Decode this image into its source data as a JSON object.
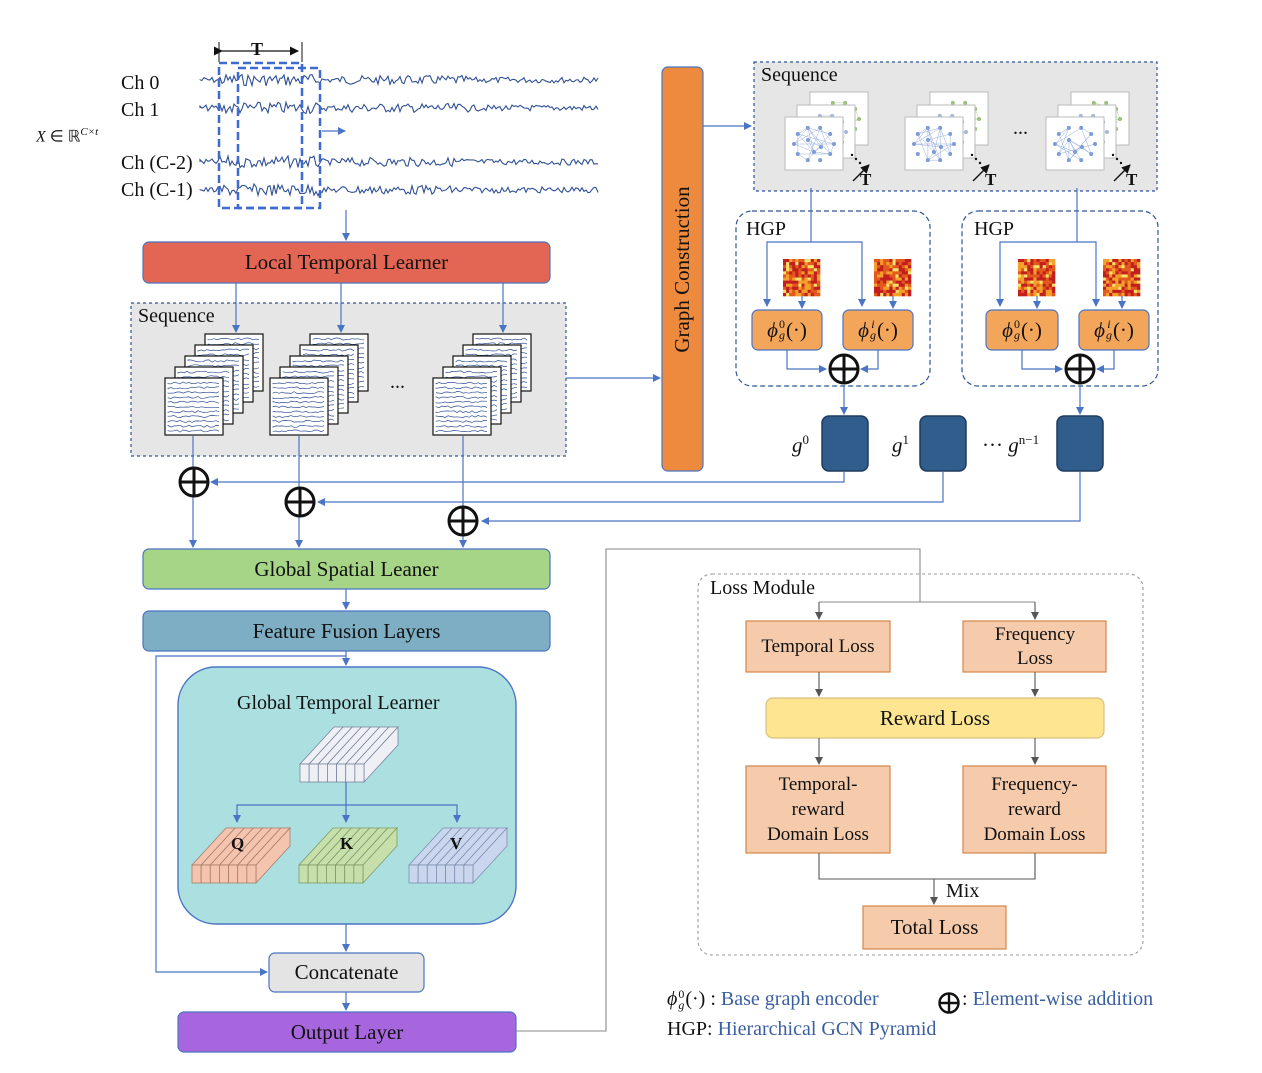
{
  "input": {
    "channels": [
      "Ch 0",
      "Ch 1",
      "Ch (C-2)",
      "Ch (C-1)"
    ],
    "window_label": "T",
    "x_symbol": "X",
    "x_set": "∈ ℝ",
    "x_dims": "C×t"
  },
  "left": {
    "local_temporal_learner": "Local Temporal Learner",
    "sequence_label": "Sequence",
    "ellipsis": "...",
    "global_spatial": "Global Spatial Leaner",
    "feature_fusion": "Feature Fusion Layers",
    "global_temporal_title": "Global Temporal Learner",
    "qkv": [
      "Q",
      "K",
      "V"
    ],
    "concatenate": "Concatenate",
    "output_layer": "Output Layer"
  },
  "graph_construction": "Graph Construction",
  "graph_sequence": {
    "label": "Sequence",
    "ellipsis": "...",
    "t_label": "T"
  },
  "hgp": {
    "label": "HGP",
    "phi": "ϕ",
    "phi_sub": "g",
    "phi_sup_0": "0",
    "phi_sup_i": "i",
    "phi_arg": "(·)"
  },
  "g_nodes": [
    {
      "base": "g",
      "sup": "0"
    },
    {
      "base": "g",
      "sup": "1"
    },
    {
      "base": "g",
      "sup": "n−1",
      "prefix": "···"
    }
  ],
  "loss": {
    "title": "Loss Module",
    "temporal": "Temporal Loss",
    "frequency": "Frequency Loss",
    "reward": "Reward Loss",
    "temporal_reward": [
      "Temporal-",
      "reward",
      "Domain Loss"
    ],
    "frequency_reward": [
      "Frequency-",
      "reward",
      "Domain Loss"
    ],
    "mix": "Mix",
    "total": "Total Loss"
  },
  "legend": {
    "phi_def": "Base graph encoder",
    "plus_def": "Element-wise addition",
    "hgp_key": "HGP:",
    "hgp_def": "Hierarchical GCN Pyramid"
  },
  "colors": {
    "local_temporal": "#e36654",
    "global_spatial": "#a6d587",
    "feature_fusion": "#7eaec3",
    "global_temporal_bg": "#abdfe0",
    "output_layer": "#a766de",
    "graph_construction": "#ed8a3d",
    "phi_box": "#f3a55a",
    "g_node": "#315d8c",
    "loss_box": "#f6cbab",
    "reward_box": "#fde592",
    "arrow": "#4a74c4",
    "legend_text": "#3a5fa0"
  }
}
